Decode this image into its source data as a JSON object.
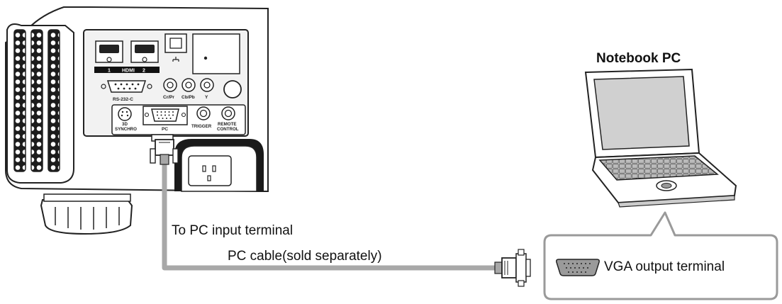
{
  "projector": {
    "port_labels": {
      "hdmi": "HDMI",
      "hdmi_1": "1",
      "hdmi_2": "2",
      "rs232c": "RS-232-C",
      "cr_pr": "Cr/Pr",
      "cb_pb": "Cb/Pb",
      "y": "Y",
      "synchro_3d_line1": "3D",
      "synchro_3d_line2": "SYNCHRO",
      "pc": "PC",
      "trigger": "TRIGGER",
      "remote_line1": "REMOTE",
      "remote_line2": "CONTROL"
    }
  },
  "labels": {
    "pc_input_terminal": "To PC input terminal",
    "pc_cable": "PC cable(sold separately)",
    "notebook_pc": "Notebook PC",
    "vga_output_terminal": "VGA output terminal"
  },
  "colors": {
    "cable": "#a8a8a8",
    "body_dark": "#1a1a1a",
    "panel_fill": "#f2f2f2",
    "callout_border": "#9a9a9a",
    "laptop_screen": "#cfcfcf",
    "outline": "#222222"
  }
}
